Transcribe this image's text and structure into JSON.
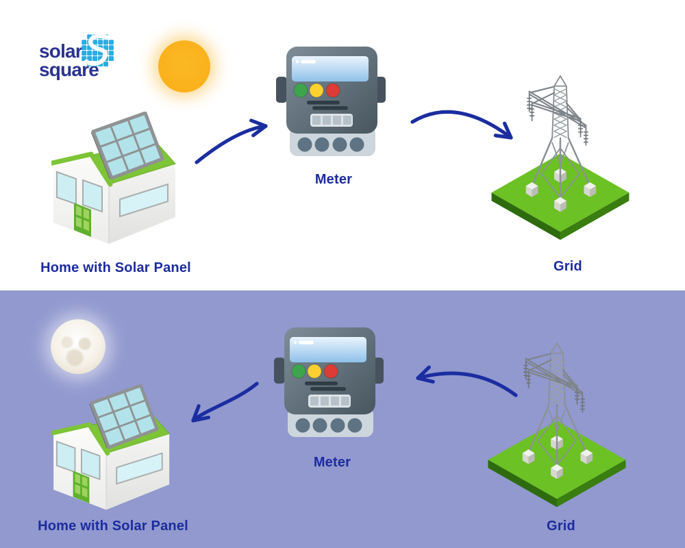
{
  "brand": {
    "line1": "solar",
    "line2": "square"
  },
  "day": {
    "home_label": "Home with Solar Panel",
    "meter_label": "Meter",
    "grid_label": "Grid",
    "flow": [
      "home-to-meter",
      "meter-to-grid"
    ],
    "sky_icon": "sun-icon"
  },
  "night": {
    "home_label": "Home with Solar Panel",
    "meter_label": "Meter",
    "grid_label": "Grid",
    "flow": [
      "grid-to-meter",
      "meter-to-home"
    ],
    "sky_icon": "moon-icon"
  },
  "colors": {
    "day_bg": "#ffffff",
    "night_bg": "#9199cf",
    "label": "#1c2b9e",
    "arrow": "#1b2da0",
    "brand_text": "#2b3390",
    "brand_cyan": "#2aace4",
    "sun": "#f9ae19",
    "roof_green": "#7dc436",
    "platform_green": "#6cc124"
  }
}
